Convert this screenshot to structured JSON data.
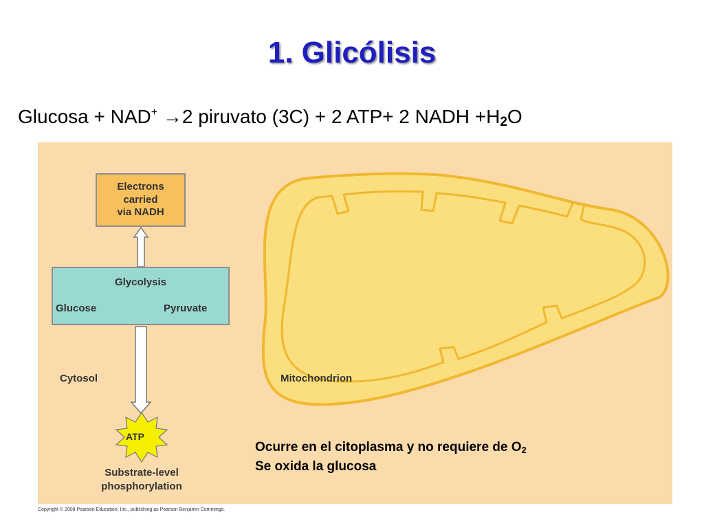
{
  "title": "1. Glicólisis",
  "equation": {
    "lhs": "Glucosa + NAD",
    "lhs_sup": "+",
    "arrow": "→",
    "rhs": "2 piruvato (3C) + 2 ATP+ 2 NADH +H",
    "rhs_sub": "2",
    "rhs_end": "O"
  },
  "diagram": {
    "nadh_box": "Electrons\ncarried\nvia NADH",
    "glycolysis_title": "Glycolysis",
    "glucose": "Glucose",
    "pyruvate": "Pyruvate",
    "cytosol": "Cytosol",
    "mitochondrion": "Mitochondrion",
    "atp": "ATP",
    "substrate_level": "Substrate-level\nphosphorylation"
  },
  "note": {
    "line1": "Ocurre en el citoplasma y no requiere de O",
    "line1_sub": "2",
    "line2": "Se oxida la glucosa"
  },
  "copyright": "Copyright © 2008 Pearson Education, Inc., publishing as Pearson Benjamin Cummings.",
  "colors": {
    "title": "#1f1fbf",
    "panel_bg": "#fbdbac",
    "nadh_box": "#f8c05c",
    "glycolysis_box": "#9ad8d2",
    "mitochondrion_fill": "#fbdf7e",
    "mitochondrion_stroke": "#f0b830",
    "atp_burst": "#f6f000"
  }
}
